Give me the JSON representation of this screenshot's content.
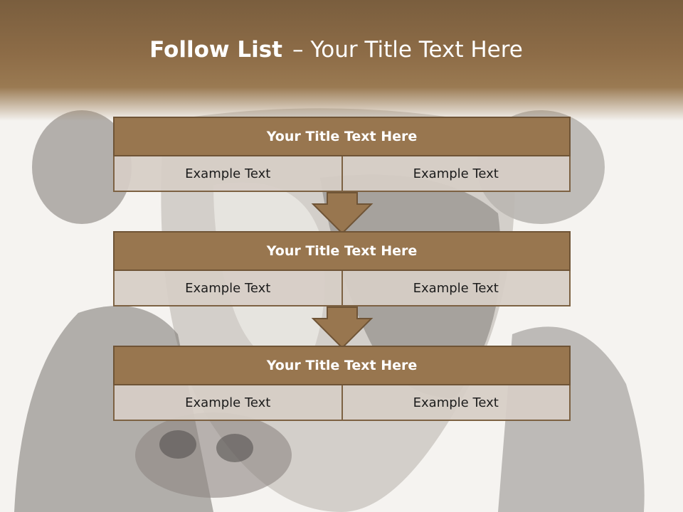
{
  "slide": {
    "title_bold": "Follow List",
    "title_sep": "–",
    "title_rest": "Your Title Text Here"
  },
  "blocks": [
    {
      "title": "Your Title Text Here",
      "cells": [
        "Example Text",
        "Example Text"
      ]
    },
    {
      "title": "Your Title Text Here",
      "cells": [
        "Example Text",
        "Example Text"
      ]
    },
    {
      "title": "Your Title Text Here",
      "cells": [
        "Example Text",
        "Example Text"
      ]
    }
  ],
  "colors": {
    "header_brown": "#8d6c47",
    "title_box": "#98764f",
    "cell_fill": "#d6cec6",
    "border": "#6f5436"
  },
  "background_image": "cow-face-photo"
}
